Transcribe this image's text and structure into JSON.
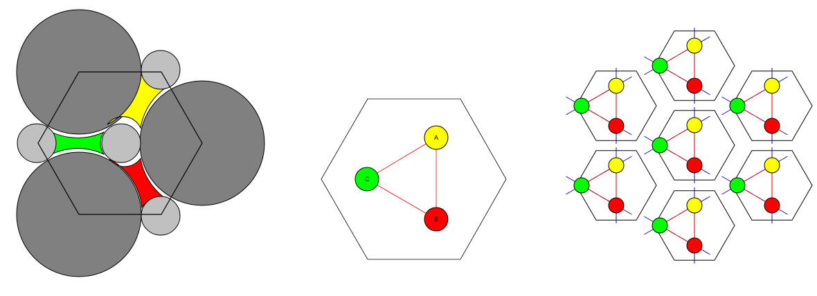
{
  "panels": {
    "packing": {
      "colors": {
        "large_circle": "#808080",
        "small_circle": "#c0c0c0",
        "yellow_region": "#ffff00",
        "green_region": "#00ff00",
        "red_region": "#ff0000",
        "outline": "#000000"
      }
    },
    "triangle": {
      "nodes": [
        {
          "label": "A",
          "color": "#ffff00"
        },
        {
          "label": "B",
          "color": "#ff0000"
        },
        {
          "label": "C",
          "color": "#00ff00"
        }
      ],
      "colors": {
        "edge": "#ff0000",
        "hexagon": "#000000"
      }
    },
    "tiling": {
      "hexagon_count": 7,
      "node_colors": [
        "#ffff00",
        "#ff0000",
        "#00ff00"
      ],
      "colors": {
        "edge": "#cc0000",
        "hexagon": "#000000",
        "axis": "#1010a0"
      }
    }
  }
}
